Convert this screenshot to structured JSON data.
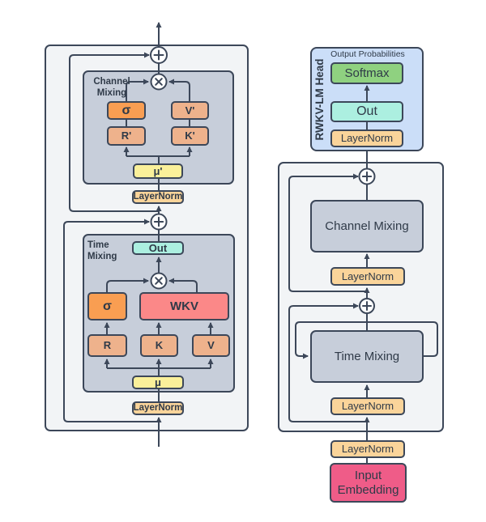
{
  "palette": {
    "border": "#3C4759",
    "line": "#3C4759",
    "text": "#2F3A48",
    "panel": "#F2F4F6",
    "gray": "#C7CEDA",
    "orange": "#F99E52",
    "peach": "#EEB28C",
    "red": "#FB8888",
    "yellow": "#FAF09A",
    "teal": "#ACEFE0",
    "tan": "#FAD49A",
    "green": "#8FD180",
    "blue": "#CBDEF8",
    "pink": "#EF5C88",
    "white": "#FFFFFF"
  },
  "left": {
    "channel_label": "Channel Mixing",
    "ch_sigma": "σ",
    "ch_v": "V'",
    "ch_r": "R'",
    "ch_k": "K'",
    "ch_mu": "μ'",
    "ch_layernorm": "LayerNorm",
    "time_label": "Time Mixing",
    "t_out": "Out",
    "t_sigma": "σ",
    "t_wkv": "WKV",
    "t_r": "R",
    "t_k": "K",
    "t_v": "V",
    "t_mu": "μ",
    "t_layernorm": "LayerNorm"
  },
  "right": {
    "head_title": "RWKV-LM Head",
    "output_probabilities": "Output Probabilities",
    "softmax": "Softmax",
    "head_out": "Out",
    "head_layernorm": "LayerNorm",
    "channel_mixing": "Channel Mixing",
    "ch_layernorm": "LayerNorm",
    "time_mixing": "Time Mixing",
    "t_layernorm": "LayerNorm",
    "input_layernorm": "LayerNorm",
    "input_embedding": "Input Embedding"
  },
  "operators": {
    "add": "circled-plus",
    "multiply": "circled-times"
  }
}
